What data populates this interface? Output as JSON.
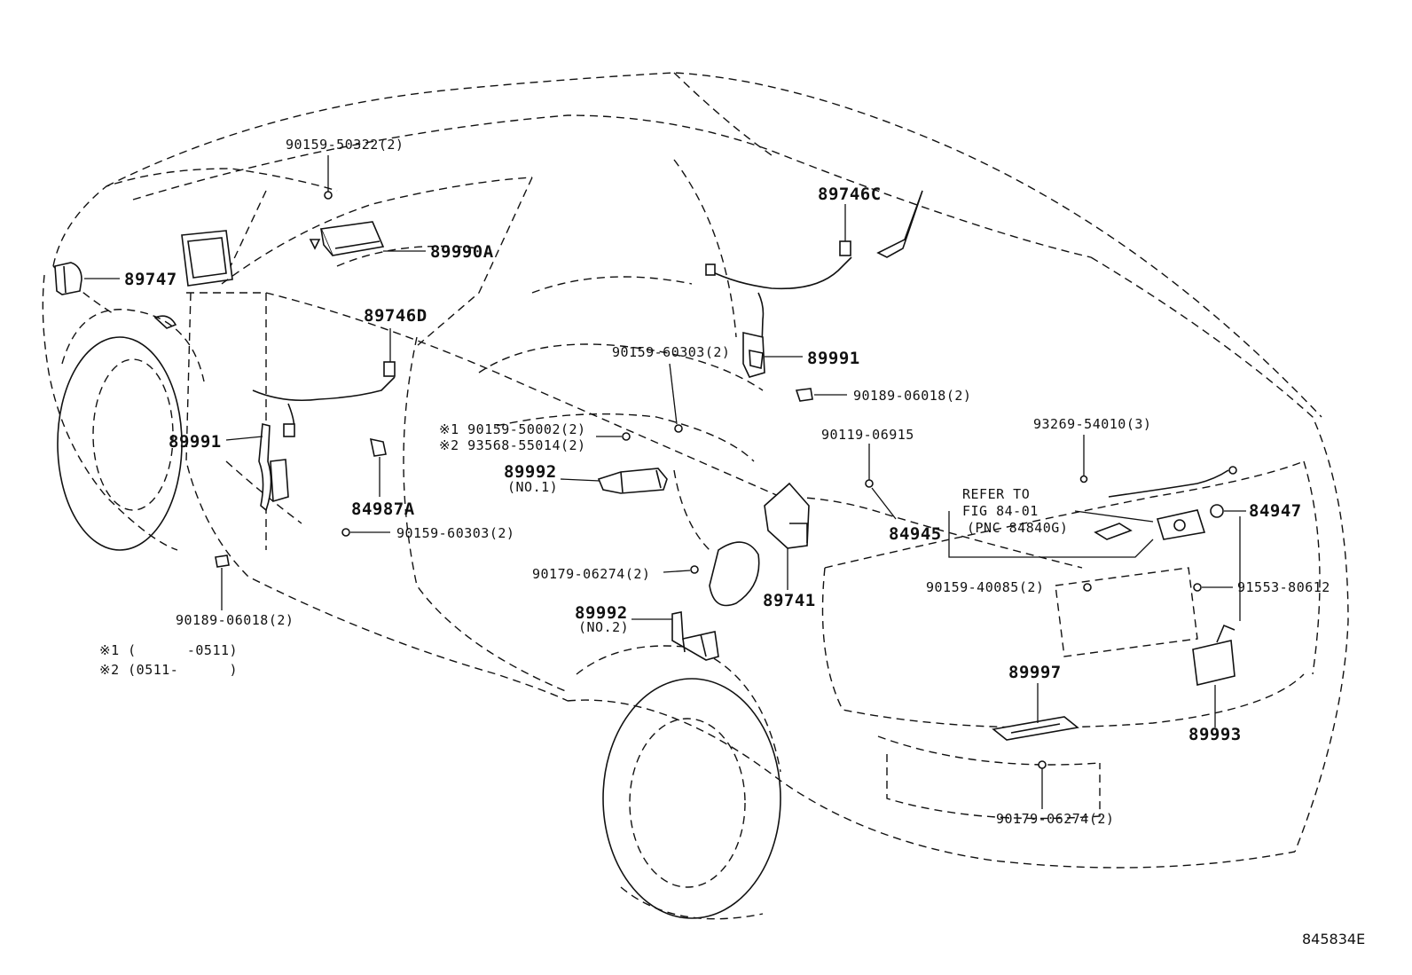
{
  "diagram_code": "845834E",
  "labels": {
    "p90159_50322": "90159-50322(2)",
    "p89990A": "89990A",
    "p89747": "89747",
    "p89746D": "89746D",
    "p89746C": "89746C",
    "p89991_right": "89991",
    "p90159_60303_upper": "90159-60303(2)",
    "p90189_06018_upper": "90189-06018(2)",
    "p90119_06915": "90119-06915",
    "p93269_54010": "93269-54010(3)",
    "p89991_left": "89991",
    "p90159_50002": "※1 90159-50002(2)",
    "p93568_55014": "※2 93568-55014(2)",
    "p89992_no1": "89992",
    "p89992_no1_sub": "(NO.1)",
    "p84987A": "84987A",
    "p90159_60303_lower": "90159-60303(2)",
    "p90189_06018_lower": "90189-06018(2)",
    "p90179_06274_mid": "90179-06274(2)",
    "p89992_no2": "89992",
    "p89992_no2_sub": "(NO.2)",
    "refer_to": "REFER TO",
    "fig_ref": "FIG 84-01",
    "pnc_ref": "(PNC 84840G)",
    "p84945": "84945",
    "p84947": "84947",
    "p89741": "89741",
    "p90159_40085": "90159-40085(2)",
    "p91553_80612": "91553-80612",
    "p89997": "89997",
    "p89993": "89993",
    "p90179_06274_bottom": "90179-06274(2)"
  },
  "footnotes": {
    "note1": "※1 (      -0511)",
    "note2": "※2 (0511-      )"
  }
}
